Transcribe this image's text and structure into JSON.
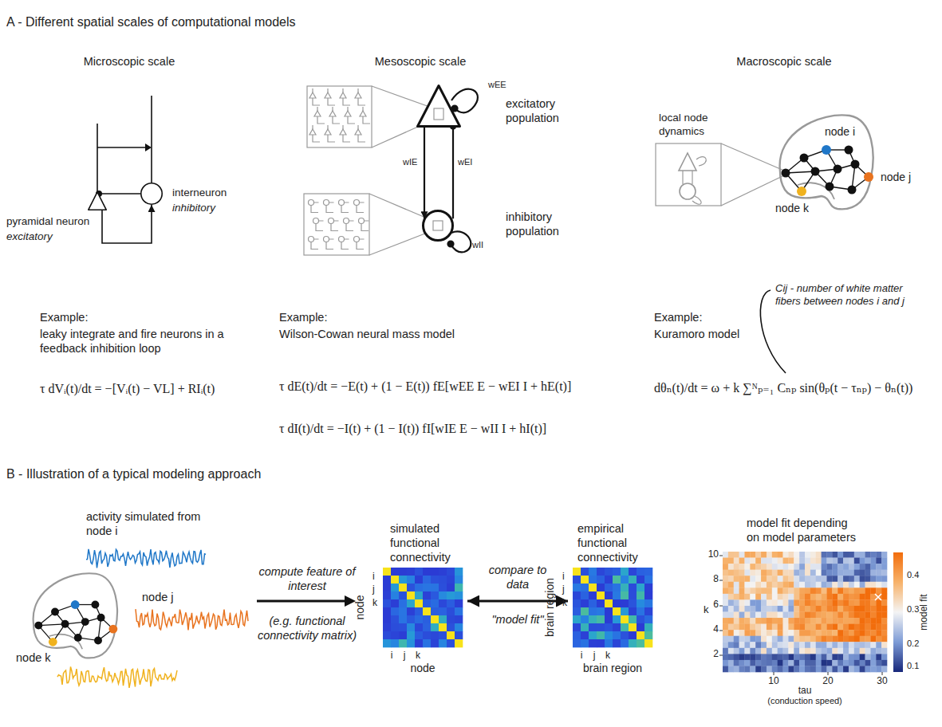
{
  "diagram": {
    "nodes": [
      {
        "text": [
          "pyramidal neuron",
          "excitatory"
        ]
      },
      {
        "text": [
          "interneuron",
          "inhibitory"
        ]
      },
      {
        "text": [
          "excitatory population"
        ]
      },
      {
        "text": [
          "inhibitory population"
        ]
      },
      {
        "text": [
          "simulated functional connectivity"
        ]
      },
      {
        "text": [
          "empirical functional connectivity"
        ]
      },
      {
        "text": [
          "model fit depending on model parameters"
        ]
      }
    ],
    "edges": [
      {
        "from": 0,
        "to": 1,
        "arrow": "to"
      },
      {
        "from": 1,
        "to": 0,
        "arrow": "to"
      },
      {
        "from": 2,
        "to": 3,
        "label": "wIE",
        "arrow": "to"
      },
      {
        "from": 3,
        "to": 2,
        "label": "wEI",
        "arrow": "to"
      },
      {
        "from": 4,
        "to": 5,
        "label": "compare to data",
        "arrow": "both"
      }
    ],
    "labels": [
      "A - Different spatial scales of computational models",
      "Microscopic scale",
      "Mesoscopic scale",
      "Macroscopic scale",
      "wEE",
      "wII",
      "local node dynamics",
      "node i",
      "node j",
      "node k",
      "Example:",
      "leaky integrate and fire neurons in a feedback inhibition loop",
      "τ dVᵢ(t)/dt = −[Vᵢ(t) − VL] + RIᵢ(t)",
      "Example:",
      "Wilson-Cowan neural mass model",
      "τ dE(t)/dt = −E(t) + (1 − E(t)) fE[wEE E − wEI I + hE(t)]",
      "τ dI(t)/dt = −I(t) + (1 − I(t)) fI[wIE E − wII I + hI(t)]",
      "Example:",
      "Kuramoro model",
      "dθₙ(t)/dt = ω + k ∑ᴺₚ₌₁ Cₙₚ sin(θₚ(t − τₙₚ) − θₙ(t))",
      "Cij - number of white matter fibers between nodes i and j",
      "B - Illustration of a typical modeling approach",
      "activity simulated from node i",
      "node j",
      "node k",
      "compute feature of interest",
      "(e.g. functional connectivity matrix)",
      "i",
      "j",
      "k",
      "node",
      "i",
      "j",
      "k",
      "node",
      "\"model fit\"",
      "i",
      "j",
      "k",
      "brain region",
      "i",
      "j",
      "k",
      "brain region",
      "10",
      "8",
      "6",
      "4",
      "2",
      "k",
      "10",
      "20",
      "30",
      "tau",
      "(conduction speed)",
      "0.4",
      "0.3",
      "0.2",
      "0.1",
      "model fit"
    ]
  }
}
